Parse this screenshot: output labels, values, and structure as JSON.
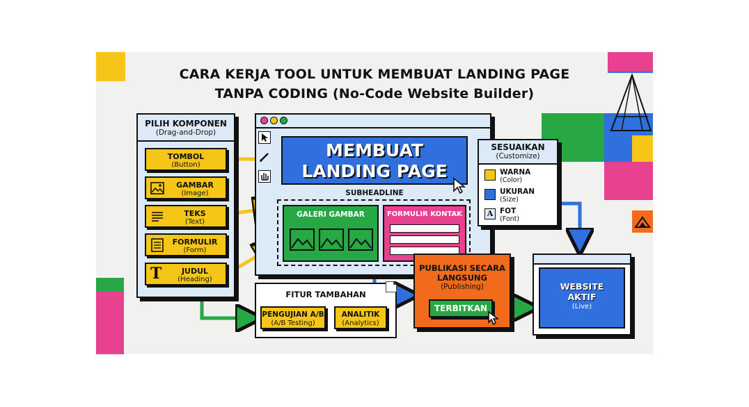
{
  "title": {
    "line1": "CARA KERJA TOOL UNTUK MEMBUAT LANDING PAGE",
    "line2": "TANPA CODING (No-Code Website Builder)"
  },
  "components": {
    "header": "PILIH KOMPONEN",
    "subheader": "(Drag-and-Drop)",
    "items": [
      {
        "label": "TOMBOL",
        "sub": "(Button)",
        "icon": "none"
      },
      {
        "label": "GAMBAR",
        "sub": "(Image)",
        "icon": "image-icon"
      },
      {
        "label": "TEKS",
        "sub": "(Text)",
        "icon": "text-lines-icon"
      },
      {
        "label": "FORMULIR",
        "sub": "(Form)",
        "icon": "form-icon"
      },
      {
        "label": "JUDUL",
        "sub": "(Heading)",
        "icon": "heading-t-icon"
      }
    ]
  },
  "editor": {
    "headline_line1": "MEMBUAT",
    "headline_line2": "LANDING PAGE",
    "subheadline": "SUBHEADLINE",
    "gallery_label": "GALERI GAMBAR",
    "form_label": "FORMULIR KONTAK",
    "tools": [
      "cursor-icon",
      "pencil-icon",
      "hand-icon"
    ]
  },
  "customize": {
    "header": "SESUAIKAN",
    "subheader": "(Customize)",
    "items": [
      {
        "label": "WARNA",
        "sub": "(Color)"
      },
      {
        "label": "UKURAN",
        "sub": "(Size)"
      },
      {
        "label": "FOT",
        "sub": "(Font)",
        "glyph": "A"
      }
    ]
  },
  "features": {
    "header": "FITUR TAMBAHAN",
    "items": [
      {
        "label": "PENGUJIAN A/B",
        "sub": "(A/B Testing)"
      },
      {
        "label": "ANALITIK",
        "sub": "(Analytics)"
      }
    ]
  },
  "publish": {
    "line1": "PUBLIKASI SECARA",
    "line2": "LANGSUNG",
    "sub": "(Publishing)",
    "button": "TERBITKAN"
  },
  "live": {
    "line1": "WEBSITE",
    "line2": "AKTIF",
    "sub": "(Live)"
  },
  "colors": {
    "yellow": "#f5c518",
    "blue": "#2f6fde",
    "green": "#27a844",
    "pink": "#e8418f",
    "orange": "#f26a1b",
    "light_blue": "#dceaf7"
  }
}
